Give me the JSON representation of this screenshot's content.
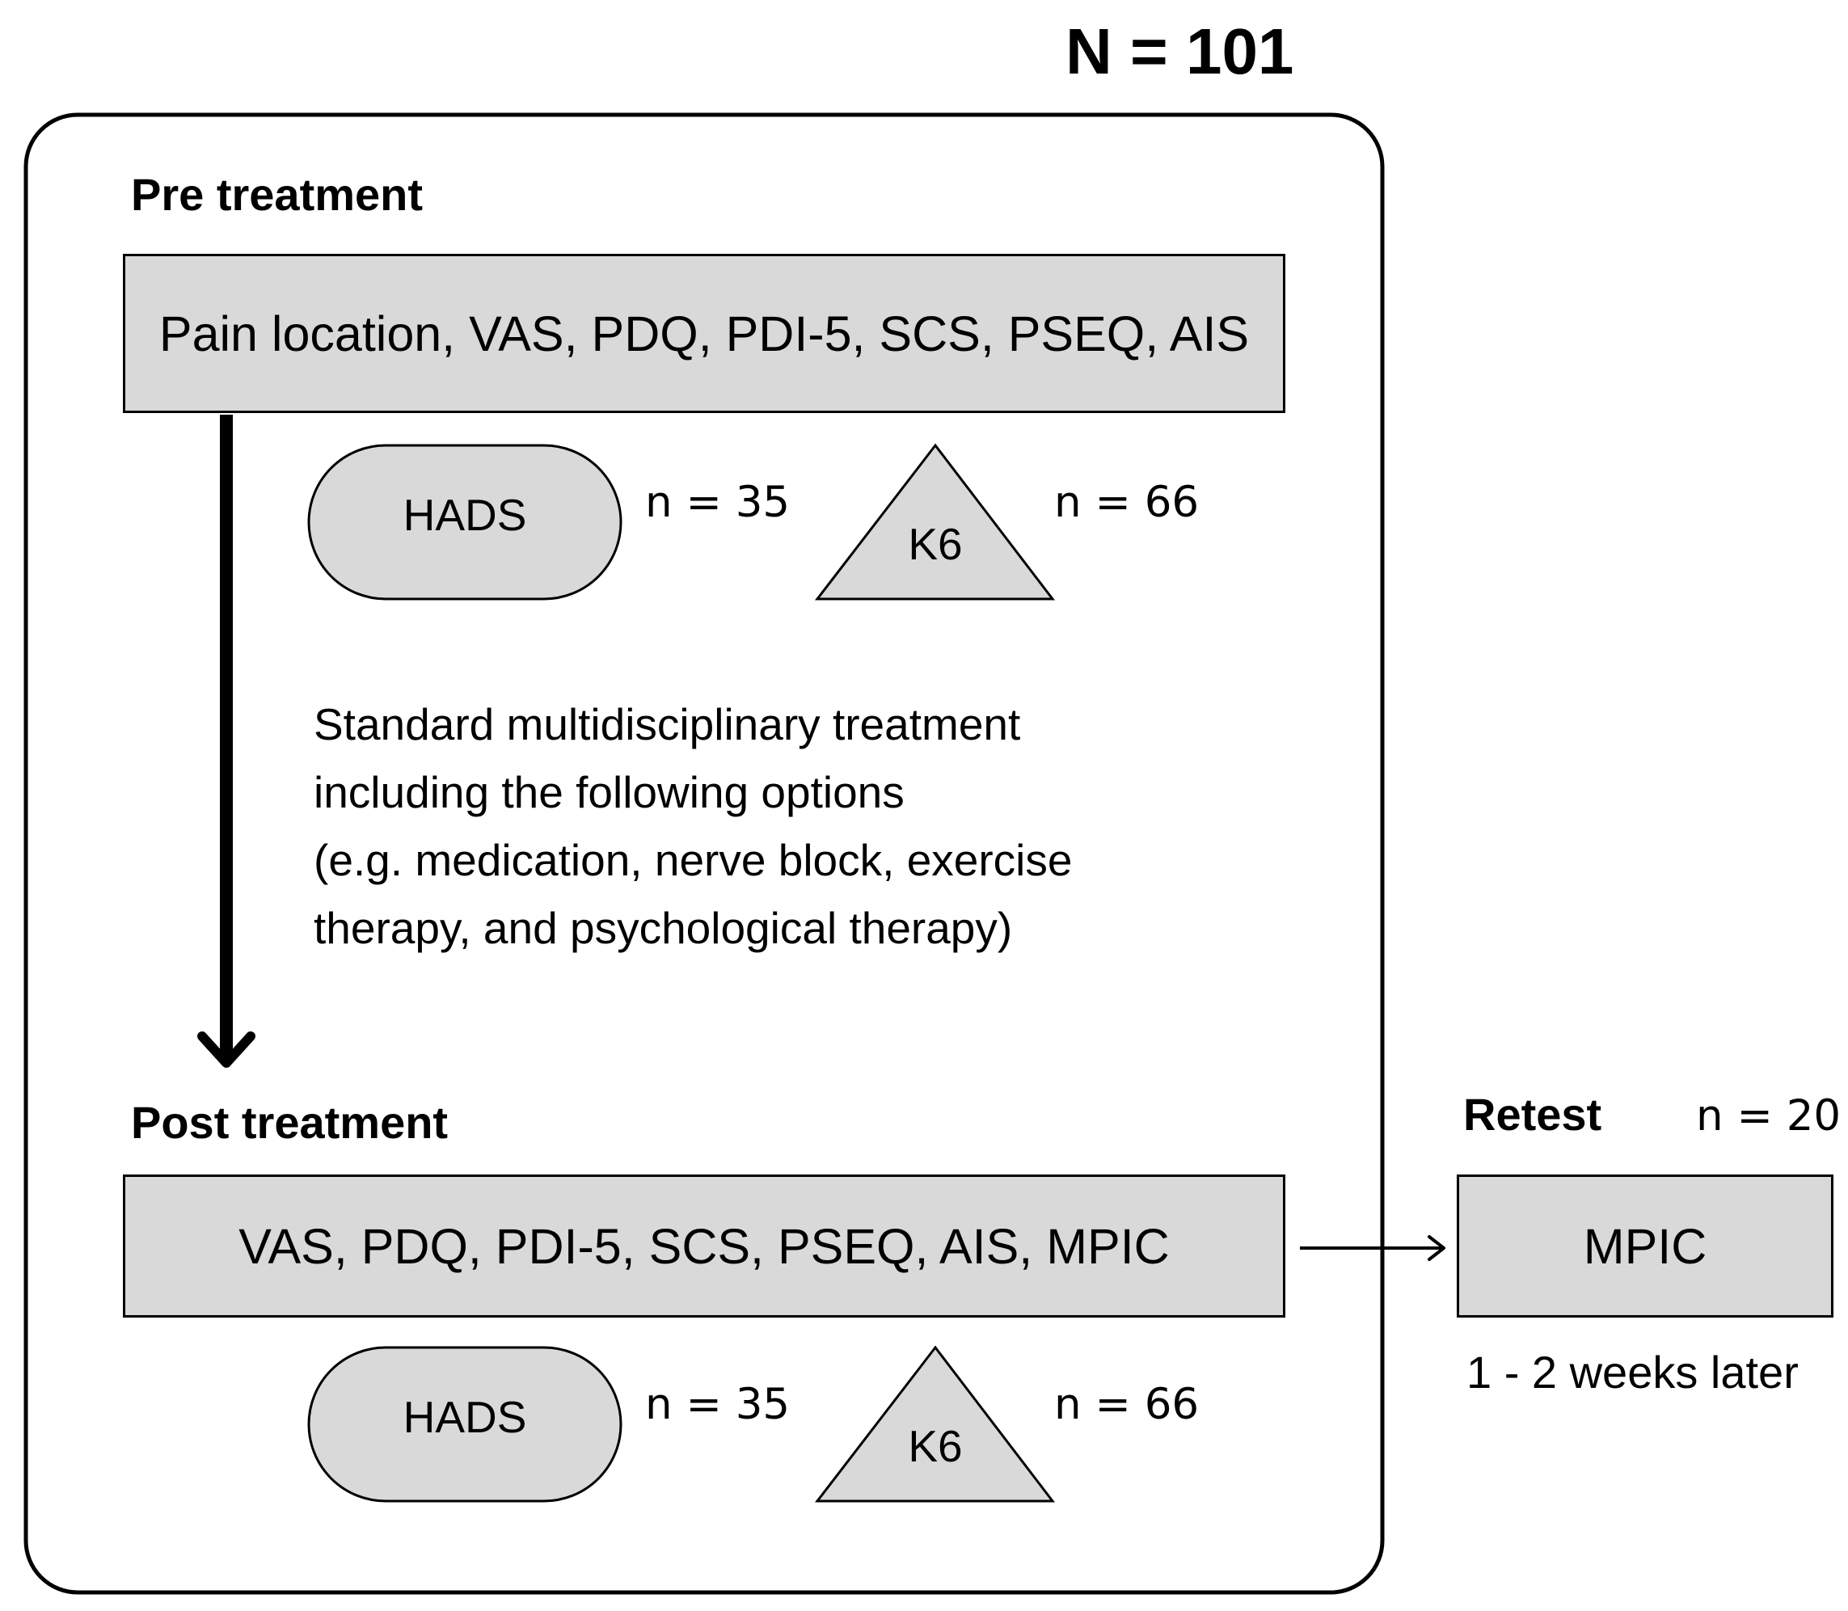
{
  "total_label": "N = 101",
  "colors": {
    "fill": "#d9d9d9",
    "stroke": "#000000",
    "background": "#ffffff"
  },
  "pre": {
    "title": "Pre treatment",
    "measures": "Pain location, VAS, PDQ, PDI-5, SCS, PSEQ, AIS",
    "hads": {
      "label": "HADS",
      "n": "n = 35"
    },
    "k6": {
      "label": "K6",
      "n": "n = 66"
    }
  },
  "treatment": {
    "line1": "Standard multidisciplinary treatment",
    "line2": "including the following options",
    "line3": "(e.g. medication, nerve block, exercise",
    "line4": "therapy, and psychological therapy)"
  },
  "post": {
    "title": "Post treatment",
    "measures": "VAS, PDQ, PDI-5, SCS, PSEQ, AIS, MPIC",
    "hads": {
      "label": "HADS",
      "n": "n = 35"
    },
    "k6": {
      "label": "K6",
      "n": "n = 66"
    }
  },
  "retest": {
    "title": "Retest",
    "n": "n = 20",
    "measure": "MPIC",
    "timing": "1 - 2 weeks later"
  }
}
